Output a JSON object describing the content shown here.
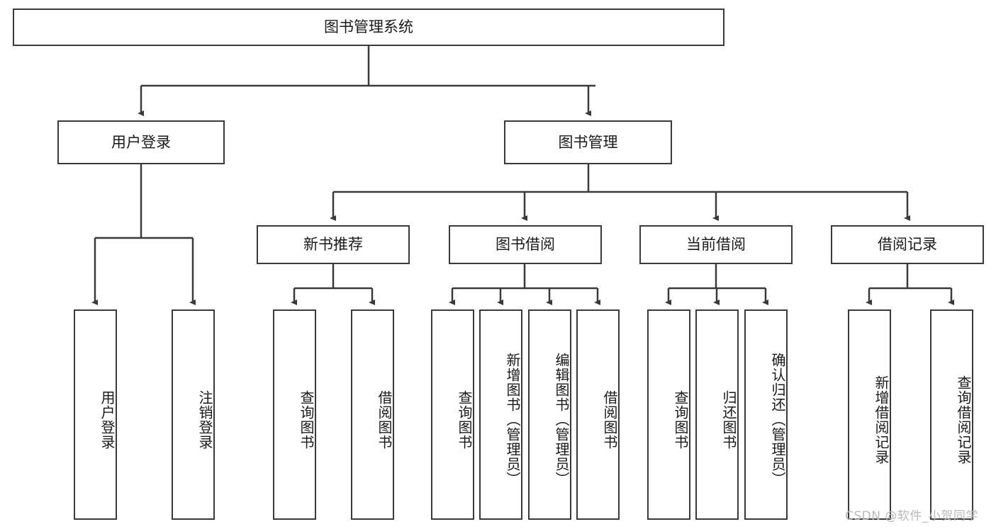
{
  "diagram": {
    "title": "图书管理系统",
    "type": "tree-hierarchy-diagram",
    "colors": {
      "box_border": "#3a3a3a",
      "box_fill": "#ffffff",
      "edge": "#3a3a3a",
      "text": "#1a1a1a",
      "watermark": "#b9b9b9"
    },
    "root": {
      "label": "图书管理系统"
    },
    "level2": [
      {
        "label": "用户登录"
      },
      {
        "label": "图书管理"
      }
    ],
    "level3": [
      {
        "label": "新书推荐"
      },
      {
        "label": "图书借阅"
      },
      {
        "label": "当前借阅"
      },
      {
        "label": "借阅记录"
      }
    ],
    "leaves": {
      "user_login": [
        {
          "label": "用户登录"
        },
        {
          "label": "注销登录"
        }
      ],
      "new_book_recommend": [
        {
          "label": "查询图书"
        },
        {
          "label": "借阅图书"
        }
      ],
      "book_borrow": [
        {
          "label": "查询图书"
        },
        {
          "label": "新增图书（管理员）"
        },
        {
          "label": "编辑图书（管理员）"
        },
        {
          "label": "借阅图书"
        }
      ],
      "current_borrow": [
        {
          "label": "查询图书"
        },
        {
          "label": "归还图书"
        },
        {
          "label": "确认归还（管理员）"
        }
      ],
      "borrow_record": [
        {
          "label": "新增借阅记录"
        },
        {
          "label": "查询借阅记录"
        }
      ]
    }
  },
  "watermark": {
    "text": "CSDN @软件_小贺同学"
  }
}
